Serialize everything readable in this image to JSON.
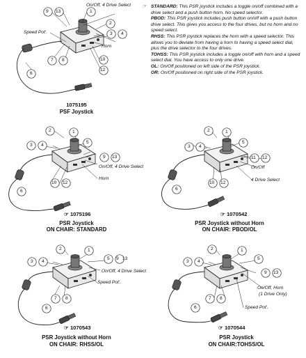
{
  "notes": [
    {
      "icon": "☞",
      "key": "STANDARD:",
      "text": "This PSR joystick includes a toggle on/off combined with a drive select and a push button horn. No speed selector."
    },
    {
      "key": "PBOD:",
      "text": "This PSR joystick includes push button on/off with a push button drive select. This gives you access to the four drives, but no horn and no speed select."
    },
    {
      "key": "RHSS:",
      "text": "This PSR joystick replaces the horn with a speed selector. This allows you to deviate from having a horn to having a speed select dial, plus the drive selector to the four drives."
    },
    {
      "key": "TOHSS:",
      "text": "This PSR joystick includes a toggle on/off with horn and a speed select dial. You have access to only one drive."
    },
    {
      "key": "OL:",
      "text": "On/Off positioned on left side of the PSR joystick."
    },
    {
      "key": "OR:",
      "text": "On/Off positioned on right side of the PSR joystick."
    }
  ],
  "callouts": {
    "c9": "9",
    "c13": "13",
    "c1": "1",
    "c2": "2",
    "c3": "3",
    "c4": "4",
    "c5": "5",
    "c6": "6",
    "c7": "7",
    "c8": "8",
    "c10": "10",
    "c11": "11",
    "c12": "12"
  },
  "d1": {
    "part": "1075195",
    "caption": "PSF Joystick",
    "labels": {
      "onoff": "On/Off, 4 Drive Select",
      "horn": "Horn",
      "speed": "Speed Pot'."
    }
  },
  "d2": {
    "part": "1075196",
    "caption1": "PSR Joystick",
    "caption2": "ON CHAIR: STANDARD",
    "labels": {
      "onoff": "On/Off, 4 Drive Select",
      "horn": "Horn"
    }
  },
  "d3": {
    "part": "1070542",
    "caption1": "PSR Joystick without Horn",
    "caption2": "ON CHAIR: PBOD/OL",
    "labels": {
      "onoff": "On/Off",
      "drive": "4 Drive Select"
    }
  },
  "d4": {
    "part": "1070543",
    "caption1": "PSR Joystick without Horn",
    "caption2": "ON CHAIR: RHSS/OL",
    "labels": {
      "onoff": "On/Off, 4 Drive Select",
      "speed": "Speed Pot'."
    }
  },
  "d5": {
    "part": "1070544",
    "caption1": "PSR Joystick",
    "caption2": "ON CHAIR:TOHSS/OL",
    "labels": {
      "onoff": "On/Off, Horn",
      "onedrive": "(1 Drive Only)",
      "speed": "Speed Pot'."
    }
  },
  "icons": {
    "pointer": "☞"
  }
}
